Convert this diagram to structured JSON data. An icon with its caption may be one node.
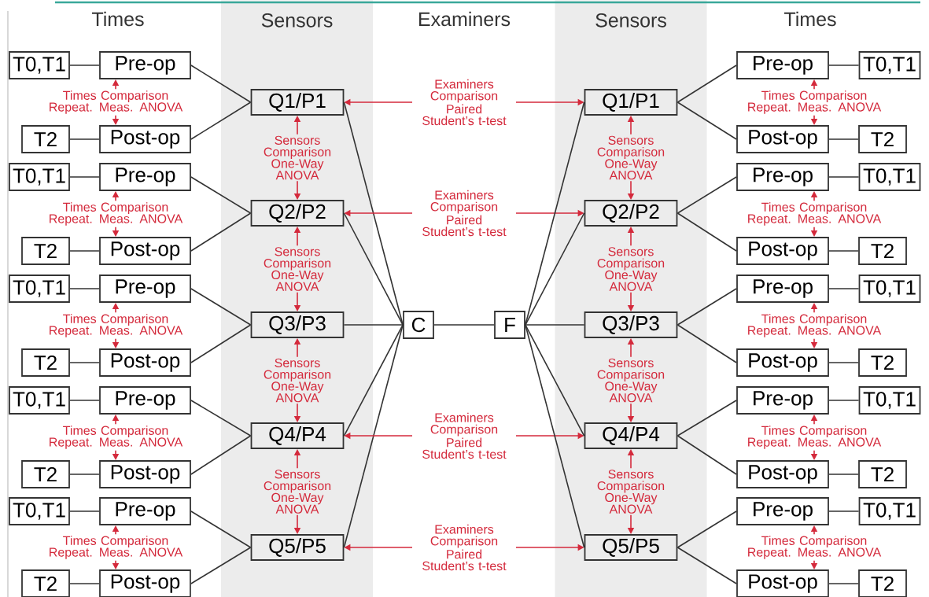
{
  "diagram": {
    "nodes": [
      {
        "text": [
          "Sensors"
        ]
      },
      {
        "text": [
          "Sensors"
        ]
      },
      {
        "text": [
          "T0,T1"
        ]
      },
      {
        "text": [
          "Pre-op"
        ]
      },
      {
        "text": [
          "T2"
        ]
      },
      {
        "text": [
          "Post-op"
        ]
      },
      {
        "text": [
          "Q1/P1"
        ],
        "in": 0
      },
      {
        "text": [
          "T0,T1"
        ]
      },
      {
        "text": [
          "Pre-op"
        ]
      },
      {
        "text": [
          "T2"
        ]
      },
      {
        "text": [
          "Post-op"
        ]
      },
      {
        "text": [
          "Q2/P2"
        ],
        "in": 0
      },
      {
        "text": [
          "T0,T1"
        ]
      },
      {
        "text": [
          "Pre-op"
        ]
      },
      {
        "text": [
          "T2"
        ]
      },
      {
        "text": [
          "Post-op"
        ]
      },
      {
        "text": [
          "Q3/P3"
        ],
        "in": 0
      },
      {
        "text": [
          "T0,T1"
        ]
      },
      {
        "text": [
          "Pre-op"
        ]
      },
      {
        "text": [
          "T2"
        ]
      },
      {
        "text": [
          "Post-op"
        ]
      },
      {
        "text": [
          "Q4/P4"
        ],
        "in": 0
      },
      {
        "text": [
          "T0,T1"
        ]
      },
      {
        "text": [
          "Pre-op"
        ]
      },
      {
        "text": [
          "T2"
        ]
      },
      {
        "text": [
          "Post-op"
        ]
      },
      {
        "text": [
          "Q5/P5"
        ],
        "in": 0
      },
      {
        "text": [
          "C"
        ]
      },
      {
        "text": [
          "F"
        ]
      },
      {
        "text": [
          "Q1/P1"
        ],
        "in": 1
      },
      {
        "text": [
          "Pre-op"
        ]
      },
      {
        "text": [
          "T0,T1"
        ]
      },
      {
        "text": [
          "Post-op"
        ]
      },
      {
        "text": [
          "T2"
        ]
      },
      {
        "text": [
          "Q2/P2"
        ],
        "in": 1
      },
      {
        "text": [
          "Pre-op"
        ]
      },
      {
        "text": [
          "T0,T1"
        ]
      },
      {
        "text": [
          "Post-op"
        ]
      },
      {
        "text": [
          "T2"
        ]
      },
      {
        "text": [
          "Q3/P3"
        ],
        "in": 1
      },
      {
        "text": [
          "Pre-op"
        ]
      },
      {
        "text": [
          "T0,T1"
        ]
      },
      {
        "text": [
          "Post-op"
        ]
      },
      {
        "text": [
          "T2"
        ]
      },
      {
        "text": [
          "Q4/P4"
        ],
        "in": 1
      },
      {
        "text": [
          "Pre-op"
        ]
      },
      {
        "text": [
          "T0,T1"
        ]
      },
      {
        "text": [
          "Post-op"
        ]
      },
      {
        "text": [
          "T2"
        ]
      },
      {
        "text": [
          "Q5/P5"
        ],
        "in": 1
      },
      {
        "text": [
          "Pre-op"
        ]
      },
      {
        "text": [
          "T0,T1"
        ]
      },
      {
        "text": [
          "Post-op"
        ]
      },
      {
        "text": [
          "T2"
        ]
      }
    ],
    "edges": [
      {
        "from": 2,
        "to": 3,
        "arrow": "none"
      },
      {
        "from": 4,
        "to": 5,
        "arrow": "none"
      },
      {
        "from": 3,
        "to": 6,
        "arrow": "none"
      },
      {
        "from": 5,
        "to": 6,
        "arrow": "none"
      },
      {
        "from": 6,
        "to": 27,
        "arrow": "none"
      },
      {
        "from": 3,
        "to": 5,
        "arrow": "both",
        "label": "Times Comparison Repeat. Meas. ANOVA",
        "color": "#d42a3c"
      },
      {
        "from": 7,
        "to": 8,
        "arrow": "none"
      },
      {
        "from": 9,
        "to": 10,
        "arrow": "none"
      },
      {
        "from": 8,
        "to": 11,
        "arrow": "none"
      },
      {
        "from": 10,
        "to": 11,
        "arrow": "none"
      },
      {
        "from": 11,
        "to": 27,
        "arrow": "none"
      },
      {
        "from": 8,
        "to": 10,
        "arrow": "both",
        "label": "Times Comparison Repeat. Meas. ANOVA",
        "color": "#d42a3c"
      },
      {
        "from": 12,
        "to": 13,
        "arrow": "none"
      },
      {
        "from": 14,
        "to": 15,
        "arrow": "none"
      },
      {
        "from": 13,
        "to": 16,
        "arrow": "none"
      },
      {
        "from": 15,
        "to": 16,
        "arrow": "none"
      },
      {
        "from": 16,
        "to": 27,
        "arrow": "none"
      },
      {
        "from": 13,
        "to": 15,
        "arrow": "both",
        "label": "Times Comparison Repeat. Meas. ANOVA",
        "color": "#d42a3c"
      },
      {
        "from": 17,
        "to": 18,
        "arrow": "none"
      },
      {
        "from": 19,
        "to": 20,
        "arrow": "none"
      },
      {
        "from": 18,
        "to": 21,
        "arrow": "none"
      },
      {
        "from": 20,
        "to": 21,
        "arrow": "none"
      },
      {
        "from": 21,
        "to": 27,
        "arrow": "none"
      },
      {
        "from": 18,
        "to": 20,
        "arrow": "both",
        "label": "Times Comparison Repeat. Meas. ANOVA",
        "color": "#d42a3c"
      },
      {
        "from": 22,
        "to": 23,
        "arrow": "none"
      },
      {
        "from": 24,
        "to": 25,
        "arrow": "none"
      },
      {
        "from": 23,
        "to": 26,
        "arrow": "none"
      },
      {
        "from": 25,
        "to": 26,
        "arrow": "none"
      },
      {
        "from": 26,
        "to": 27,
        "arrow": "none"
      },
      {
        "from": 23,
        "to": 25,
        "arrow": "both",
        "label": "Times Comparison Repeat. Meas. ANOVA",
        "color": "#d42a3c"
      },
      {
        "from": 6,
        "to": 11,
        "arrow": "both",
        "label": "Sensors Comparison One-Way ANOVA",
        "color": "#d42a3c"
      },
      {
        "from": 11,
        "to": 16,
        "arrow": "both",
        "label": "Sensors Comparison One-Way ANOVA",
        "color": "#d42a3c"
      },
      {
        "from": 16,
        "to": 21,
        "arrow": "both",
        "label": "Sensors Comparison One-Way ANOVA",
        "color": "#d42a3c"
      },
      {
        "from": 21,
        "to": 26,
        "arrow": "both",
        "label": "Sensors Comparison One-Way ANOVA",
        "color": "#d42a3c"
      },
      {
        "from": 27,
        "to": 28,
        "arrow": "none"
      },
      {
        "from": 6,
        "to": 29,
        "arrow": "both",
        "label": "Examiners Comparison Paired Student’s t-test",
        "color": "#d42a3c"
      },
      {
        "from": 11,
        "to": 34,
        "arrow": "both",
        "label": "Examiners Comparison Paired Student’s t-test",
        "color": "#d42a3c"
      },
      {
        "from": 21,
        "to": 44,
        "arrow": "both",
        "label": "Examiners Comparison Paired Student’s t-test",
        "color": "#d42a3c"
      },
      {
        "from": 26,
        "to": 49,
        "arrow": "both",
        "label": "Examiners Comparison Paired Student’s t-test",
        "color": "#d42a3c"
      },
      {
        "from": 28,
        "to": 29,
        "arrow": "none"
      },
      {
        "from": 29,
        "to": 30,
        "arrow": "none"
      },
      {
        "from": 29,
        "to": 32,
        "arrow": "none"
      },
      {
        "from": 30,
        "to": 31,
        "arrow": "none"
      },
      {
        "from": 32,
        "to": 33,
        "arrow": "none"
      },
      {
        "from": 30,
        "to": 32,
        "arrow": "both",
        "label": "Times Comparison Repeat. Meas. ANOVA",
        "color": "#d42a3c"
      },
      {
        "from": 28,
        "to": 34,
        "arrow": "none"
      },
      {
        "from": 34,
        "to": 35,
        "arrow": "none"
      },
      {
        "from": 34,
        "to": 37,
        "arrow": "none"
      },
      {
        "from": 35,
        "to": 36,
        "arrow": "none"
      },
      {
        "from": 37,
        "to": 38,
        "arrow": "none"
      },
      {
        "from": 35,
        "to": 37,
        "arrow": "both",
        "label": "Times Comparison Repeat. Meas. ANOVA",
        "color": "#d42a3c"
      },
      {
        "from": 28,
        "to": 39,
        "arrow": "none"
      },
      {
        "from": 39,
        "to": 40,
        "arrow": "none"
      },
      {
        "from": 39,
        "to": 42,
        "arrow": "none"
      },
      {
        "from": 40,
        "to": 41,
        "arrow": "none"
      },
      {
        "from": 42,
        "to": 43,
        "arrow": "none"
      },
      {
        "from": 40,
        "to": 42,
        "arrow": "both",
        "label": "Times Comparison Repeat. Meas. ANOVA",
        "color": "#d42a3c"
      },
      {
        "from": 28,
        "to": 44,
        "arrow": "none"
      },
      {
        "from": 44,
        "to": 45,
        "arrow": "none"
      },
      {
        "from": 44,
        "to": 47,
        "arrow": "none"
      },
      {
        "from": 45,
        "to": 46,
        "arrow": "none"
      },
      {
        "from": 47,
        "to": 48,
        "arrow": "none"
      },
      {
        "from": 45,
        "to": 47,
        "arrow": "both",
        "label": "Times Comparison Repeat. Meas. ANOVA",
        "color": "#d42a3c"
      },
      {
        "from": 28,
        "to": 49,
        "arrow": "none"
      },
      {
        "from": 49,
        "to": 50,
        "arrow": "none"
      },
      {
        "from": 49,
        "to": 52,
        "arrow": "none"
      },
      {
        "from": 50,
        "to": 51,
        "arrow": "none"
      },
      {
        "from": 52,
        "to": 53,
        "arrow": "none"
      },
      {
        "from": 50,
        "to": 52,
        "arrow": "both",
        "label": "Times Comparison Repeat. Meas. ANOVA",
        "color": "#d42a3c"
      },
      {
        "from": 29,
        "to": 34,
        "arrow": "both",
        "label": "Sensors Comparison One-Way ANOVA",
        "color": "#d42a3c"
      },
      {
        "from": 34,
        "to": 39,
        "arrow": "both",
        "label": "Sensors Comparison One-Way ANOVA",
        "color": "#d42a3c"
      },
      {
        "from": 39,
        "to": 44,
        "arrow": "both",
        "label": "Sensors Comparison One-Way ANOVA",
        "color": "#d42a3c"
      },
      {
        "from": 44,
        "to": 49,
        "arrow": "both",
        "label": "Sensors Comparison One-Way ANOVA",
        "color": "#d42a3c"
      }
    ],
    "labels": [
      "Times",
      "Examiners",
      "Times"
    ]
  }
}
